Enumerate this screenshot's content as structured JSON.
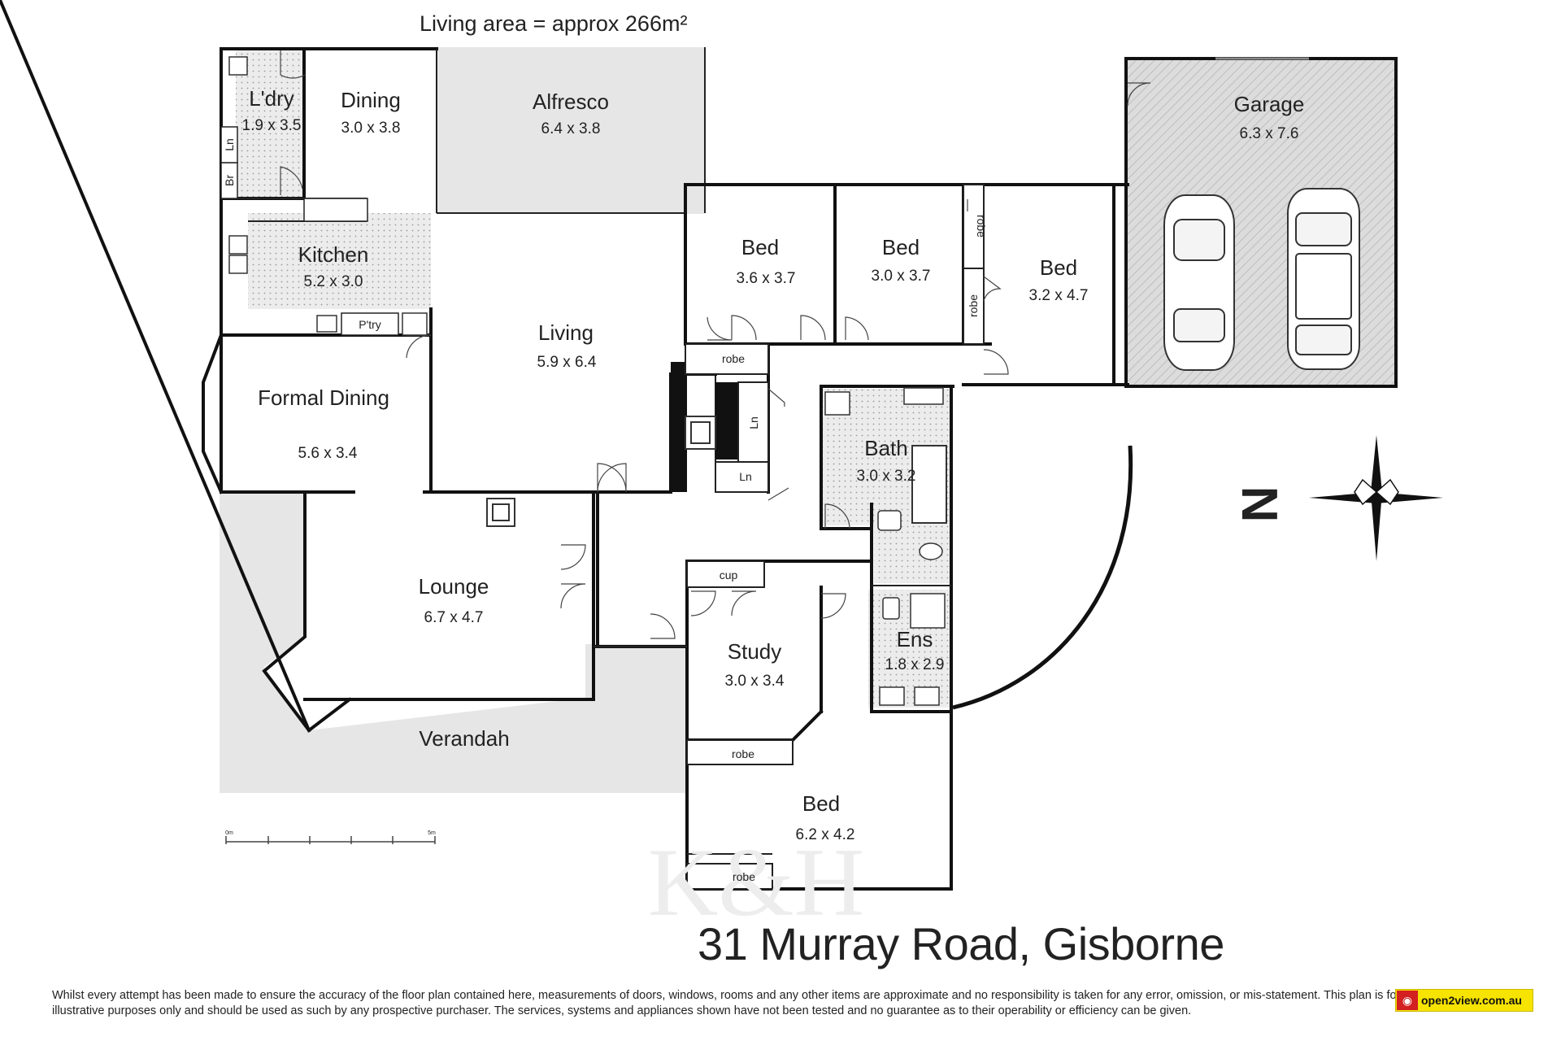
{
  "living_area": "Living area = approx 266m²",
  "address": "31 Murray Road, Gisborne",
  "disclaimer": "Whilst every attempt has been made to ensure the accuracy of the floor plan contained here, measurements of doors, windows, rooms and any other items are approximate and no responsibility is taken for any error, omission, or mis-statement. This plan is for illustrative purposes only and should be used as such by any prospective purchaser. The services, systems and appliances shown have not been tested and no guarantee as to their operability or efficiency can be given.",
  "logo_text": "open2view.com.au",
  "compass_label": "N",
  "scale_labels": {
    "start": "0m",
    "end": "5m"
  },
  "rooms": {
    "laundry": {
      "name": "L'dry",
      "dims": "1.9 x 3.5"
    },
    "dining": {
      "name": "Dining",
      "dims": "3.0 x 3.8"
    },
    "alfresco": {
      "name": "Alfresco",
      "dims": "6.4 x 3.8"
    },
    "garage": {
      "name": "Garage",
      "dims": "6.3 x 7.6"
    },
    "kitchen": {
      "name": "Kitchen",
      "dims": "5.2 x 3.0"
    },
    "bed1": {
      "name": "Bed",
      "dims": "3.6 x 3.7"
    },
    "bed2": {
      "name": "Bed",
      "dims": "3.0 x 3.7"
    },
    "bed3": {
      "name": "Bed",
      "dims": "3.2 x 4.7"
    },
    "living": {
      "name": "Living",
      "dims": "5.9 x 6.4"
    },
    "formal_dining": {
      "name": "Formal Dining",
      "dims": "5.6 x 3.4"
    },
    "bath": {
      "name": "Bath",
      "dims": "3.0 x 3.2"
    },
    "lounge": {
      "name": "Lounge",
      "dims": "6.7 x 4.7"
    },
    "study": {
      "name": "Study",
      "dims": "3.0 x 3.4"
    },
    "ensuite": {
      "name": "Ens",
      "dims": "1.8 x 2.9"
    },
    "verandah": {
      "name": "Verandah"
    },
    "main_bed": {
      "name": "Bed",
      "dims": "6.2 x 4.2"
    }
  },
  "small_labels": {
    "br": "Br",
    "ln_laundry": "Ln",
    "pantry": "P'try",
    "robe_bed1": "robe",
    "ln_hall_1": "Ln",
    "ln_hall_2": "Ln",
    "robe_bed2": "robe",
    "robe_bed3": "robe",
    "cup": "cup",
    "robe_main_1": "robe",
    "robe_main_2": "robe"
  },
  "colors": {
    "wall": "#111111",
    "outdoor": "#e6e6e6",
    "logo_yellow": "#f6e400",
    "logo_red": "#d32020"
  }
}
